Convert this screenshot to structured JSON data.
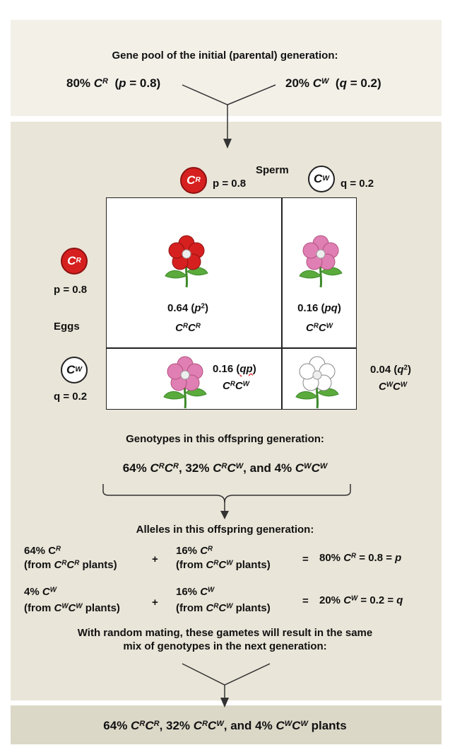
{
  "parental": {
    "title": "Gene pool of the initial (parental) generation:",
    "left_pct": "80%",
    "left_allele": "C",
    "left_sup": "R",
    "left_freq_var": "p",
    "left_freq_val": " = 0.8)",
    "right_pct": "20%",
    "right_allele": "C",
    "right_sup": "W",
    "right_freq_var": "q",
    "right_freq_val": " = 0.2)"
  },
  "punnett": {
    "sperm_label": "Sperm",
    "eggs_label": "Eggs",
    "sperm_red_allele": "C",
    "sperm_red_sup": "R",
    "sperm_red_freq": "p = 0.8",
    "sperm_white_allele": "C",
    "sperm_white_sup": "W",
    "sperm_white_freq": "q = 0.2",
    "egg_red_allele": "C",
    "egg_red_sup": "R",
    "egg_red_freq": "p = 0.8",
    "egg_white_allele": "C",
    "egg_white_sup": "W",
    "egg_white_freq": "q = 0.2",
    "cells": [
      {
        "value": "0.64 (",
        "var": "p",
        "sup": "2",
        "close": ")",
        "g1": "C",
        "s1": "R",
        "g2": "C",
        "s2": "R"
      },
      {
        "value": "0.16 (",
        "var": "pq",
        "sup": "",
        "close": ")",
        "g1": "C",
        "s1": "R",
        "g2": "C",
        "s2": "W"
      },
      {
        "value": "0.16 (",
        "var": "qp",
        "sup": "",
        "close": ")",
        "g1": "C",
        "s1": "R",
        "g2": "C",
        "s2": "W"
      },
      {
        "value": "0.04 (",
        "var": "q",
        "sup": "2",
        "close": ")",
        "g1": "C",
        "s1": "W",
        "g2": "C",
        "s2": "W"
      }
    ]
  },
  "offspring": {
    "genotypes_title": "Genotypes in this offspring generation:",
    "genotypes_line": [
      "64% ",
      "C",
      "R",
      "C",
      "R",
      ",  32% ",
      "C",
      "R",
      "C",
      "W",
      ", and 4% ",
      "C",
      "W",
      "C",
      "W"
    ],
    "alleles_title": "Alleles in this offspring generation:",
    "row1": {
      "a_pct": "64% C",
      "a_sup": "R",
      "a_from": "(from ",
      "a_g1": "C",
      "a_s1": "R",
      "a_g2": "C",
      "a_s2": "R",
      "a_end": " plants)",
      "plus": "+",
      "b_pct": "16% ",
      "b_allele": "C",
      "b_sup": "R",
      "b_from": "(from ",
      "b_g1": "C",
      "b_s1": "R",
      "b_g2": "C",
      "b_s2": "W",
      "b_end": "  plants)",
      "eq": "=",
      "result_pct": "80% ",
      "result_allele": "C",
      "result_sup": "R",
      "result_val": " = 0.8 = ",
      "result_var": "p"
    },
    "row2": {
      "a_pct": "4% ",
      "a_allele": "C",
      "a_sup": "W",
      "a_from": "(from ",
      "a_g1": "C",
      "a_s1": "W",
      "a_g2": "C",
      "a_s2": "W",
      "a_end": "  plants)",
      "plus": "+",
      "b_pct": "16% ",
      "b_allele": "C",
      "b_sup": "W",
      "b_from": "(from ",
      "b_g1": "C",
      "b_s1": "R",
      "b_g2": "C",
      "b_s2": "W",
      "b_end": "  plants)",
      "eq": "=",
      "result_pct": "20% ",
      "result_allele": "C",
      "result_sup": "W",
      "result_val": " = 0.2 = ",
      "result_var": "q"
    },
    "random_mating_1": "With random mating, these gametes will result in the same",
    "random_mating_2": "mix of genotypes in the next generation:"
  },
  "final_line": [
    "64% ",
    "C",
    "R",
    "C",
    "R",
    ",  32% ",
    "C",
    "R",
    "C",
    "W",
    ", and 4% ",
    "C",
    "W",
    "C",
    "W",
    " plants"
  ],
  "colors": {
    "red": "#d6201f",
    "pink": "#e07fb3",
    "leaf": "#5aaa3c"
  }
}
